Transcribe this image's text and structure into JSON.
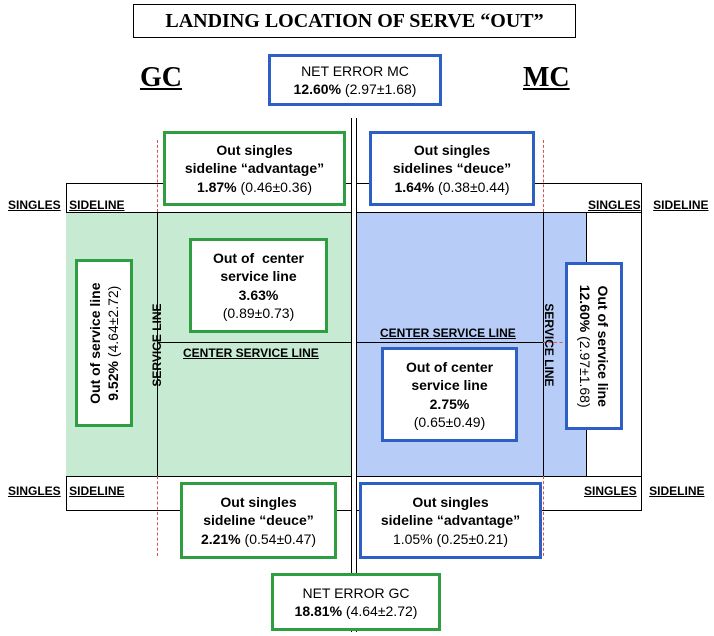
{
  "title": "LANDING LOCATION OF SERVE “OUT”",
  "sides": {
    "left": "GC",
    "right": "MC"
  },
  "labels": {
    "singles": "SINGLES",
    "sideline": "SIDELINE",
    "service_line": "SERVICE LINE",
    "center_service_line": "CENTER SERVICE LINE"
  },
  "boxes": {
    "net_error_mc": {
      "title": "NET ERROR MC",
      "pct": "12.60%",
      "detail": "(2.97±1.68)"
    },
    "net_error_gc": {
      "title": "NET ERROR GC",
      "pct": "18.81%",
      "detail": "(4.64±2.72)"
    },
    "gc_sideline_advantage": {
      "line1": "Out singles",
      "line2": "sideline “advantage”",
      "pct": "1.87%",
      "detail": "(0.46±0.36)"
    },
    "mc_sideline_deuce": {
      "line1": "Out singles",
      "line2": "sidelines “deuce”",
      "pct": "1.64%",
      "detail": "(0.38±0.44)"
    },
    "gc_center": {
      "line1": "Out of  center",
      "line2": "service line",
      "pct": "3.63%",
      "detail": "(0.89±0.73)"
    },
    "mc_center": {
      "line1": "Out of center",
      "line2": "service line",
      "pct": "2.75%",
      "detail": "(0.65±0.49)"
    },
    "gc_service_line": {
      "line1": "Out of service line",
      "pct": "9.52%",
      "detail": "(4.64±2.72)"
    },
    "mc_service_line": {
      "line1": "Out of service line",
      "pct": "12.60%",
      "detail": "(2.97±1.68)"
    },
    "gc_sideline_deuce": {
      "line1": "Out singles",
      "line2": "sideline “deuce”",
      "pct": "2.21%",
      "detail": "(0.54±0.47)"
    },
    "mc_sideline_advantage": {
      "line1": "Out singles",
      "line2": "sideline “advantage”",
      "pct": "1.05%",
      "detail": "(0.25±0.21)"
    }
  },
  "colors": {
    "gc_fill": "#c6ead2",
    "mc_fill": "#b7cdf7",
    "gc_border": "#2f9e41",
    "mc_border": "#2d5fc4",
    "guide": "#d9534f"
  }
}
